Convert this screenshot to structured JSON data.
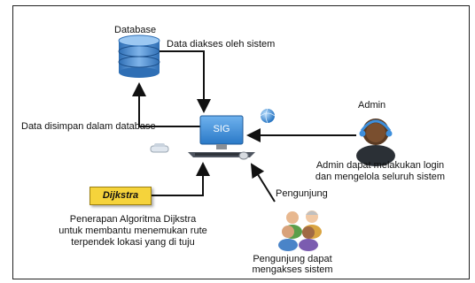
{
  "nodes": {
    "database": {
      "label": "Database"
    },
    "sig": {
      "label": "SIG"
    },
    "admin": {
      "label": "Admin",
      "desc_line1": "Admin dapat melakukan login",
      "desc_line2": "dan mengelola seluruh sistem"
    },
    "pengunjung": {
      "label": "Pengunjung",
      "desc_line1": "Pengunjung dapat",
      "desc_line2": "mengakses sistem"
    },
    "dijkstra": {
      "label": "Dijkstra",
      "desc_line1": "Penerapan Algoritma Dijkstra",
      "desc_line2": "untuk membantu menemukan rute",
      "desc_line3": "terpendek lokasi yang di tuju"
    }
  },
  "edges": {
    "db_to_sig": "Data diakses oleh sistem",
    "sig_to_db": "Data disimpan dalam database"
  },
  "icons": [
    "database-icon",
    "computer-icon",
    "globe-icon",
    "network-hub-icon",
    "mouse-icon",
    "admin-headset-icon",
    "visitors-group-icon"
  ],
  "colors": {
    "dijkstra_box": "#f5d33b",
    "database": "#4a86c8",
    "monitor": "#3d8fd6"
  }
}
